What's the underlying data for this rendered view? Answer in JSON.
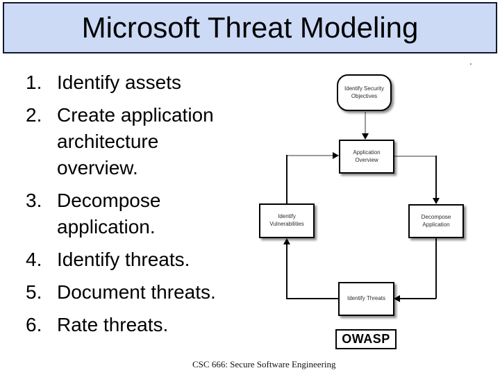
{
  "slide": {
    "title": "Microsoft Threat Modeling",
    "footer": "CSC 666: Secure Software Engineering",
    "stray_mark": "."
  },
  "list": {
    "items": [
      {
        "number": "1.",
        "text": "Identify assets"
      },
      {
        "number": "2.",
        "text": "Create application architecture overview."
      },
      {
        "number": "3.",
        "text": "Decompose application."
      },
      {
        "number": "4.",
        "text": "Identify threats."
      },
      {
        "number": "5.",
        "text": "Document threats."
      },
      {
        "number": "6.",
        "text": "Rate threats."
      }
    ]
  },
  "diagram": {
    "nodes": [
      {
        "id": "identify-security-objectives",
        "label": "Identify Security Objectives",
        "shape": "rounded-rectangle"
      },
      {
        "id": "application-overview",
        "label": "Application Overview",
        "shape": "rectangle"
      },
      {
        "id": "identify-vulnerabilities",
        "label": "Identify Vulnerabilities",
        "shape": "rectangle"
      },
      {
        "id": "decompose-application",
        "label": "Decompose Application",
        "shape": "rectangle"
      },
      {
        "id": "identify-threats",
        "label": "Identify Threats",
        "shape": "rectangle"
      }
    ],
    "edges": [
      {
        "from": "identify-security-objectives",
        "to": "application-overview"
      },
      {
        "from": "application-overview",
        "to": "decompose-application"
      },
      {
        "from": "decompose-application",
        "to": "identify-threats"
      },
      {
        "from": "identify-threats",
        "to": "identify-vulnerabilities"
      },
      {
        "from": "identify-vulnerabilities",
        "to": "application-overview"
      }
    ],
    "badge": "OWASP"
  },
  "colors": {
    "title_bar_bg": "#ccdaf6",
    "title_bar_border": "#10182e",
    "connector_grey": "#9a9a9a",
    "connector_black": "#0a0a0a",
    "slide_bg": "#ffffff",
    "text": "#000000"
  }
}
